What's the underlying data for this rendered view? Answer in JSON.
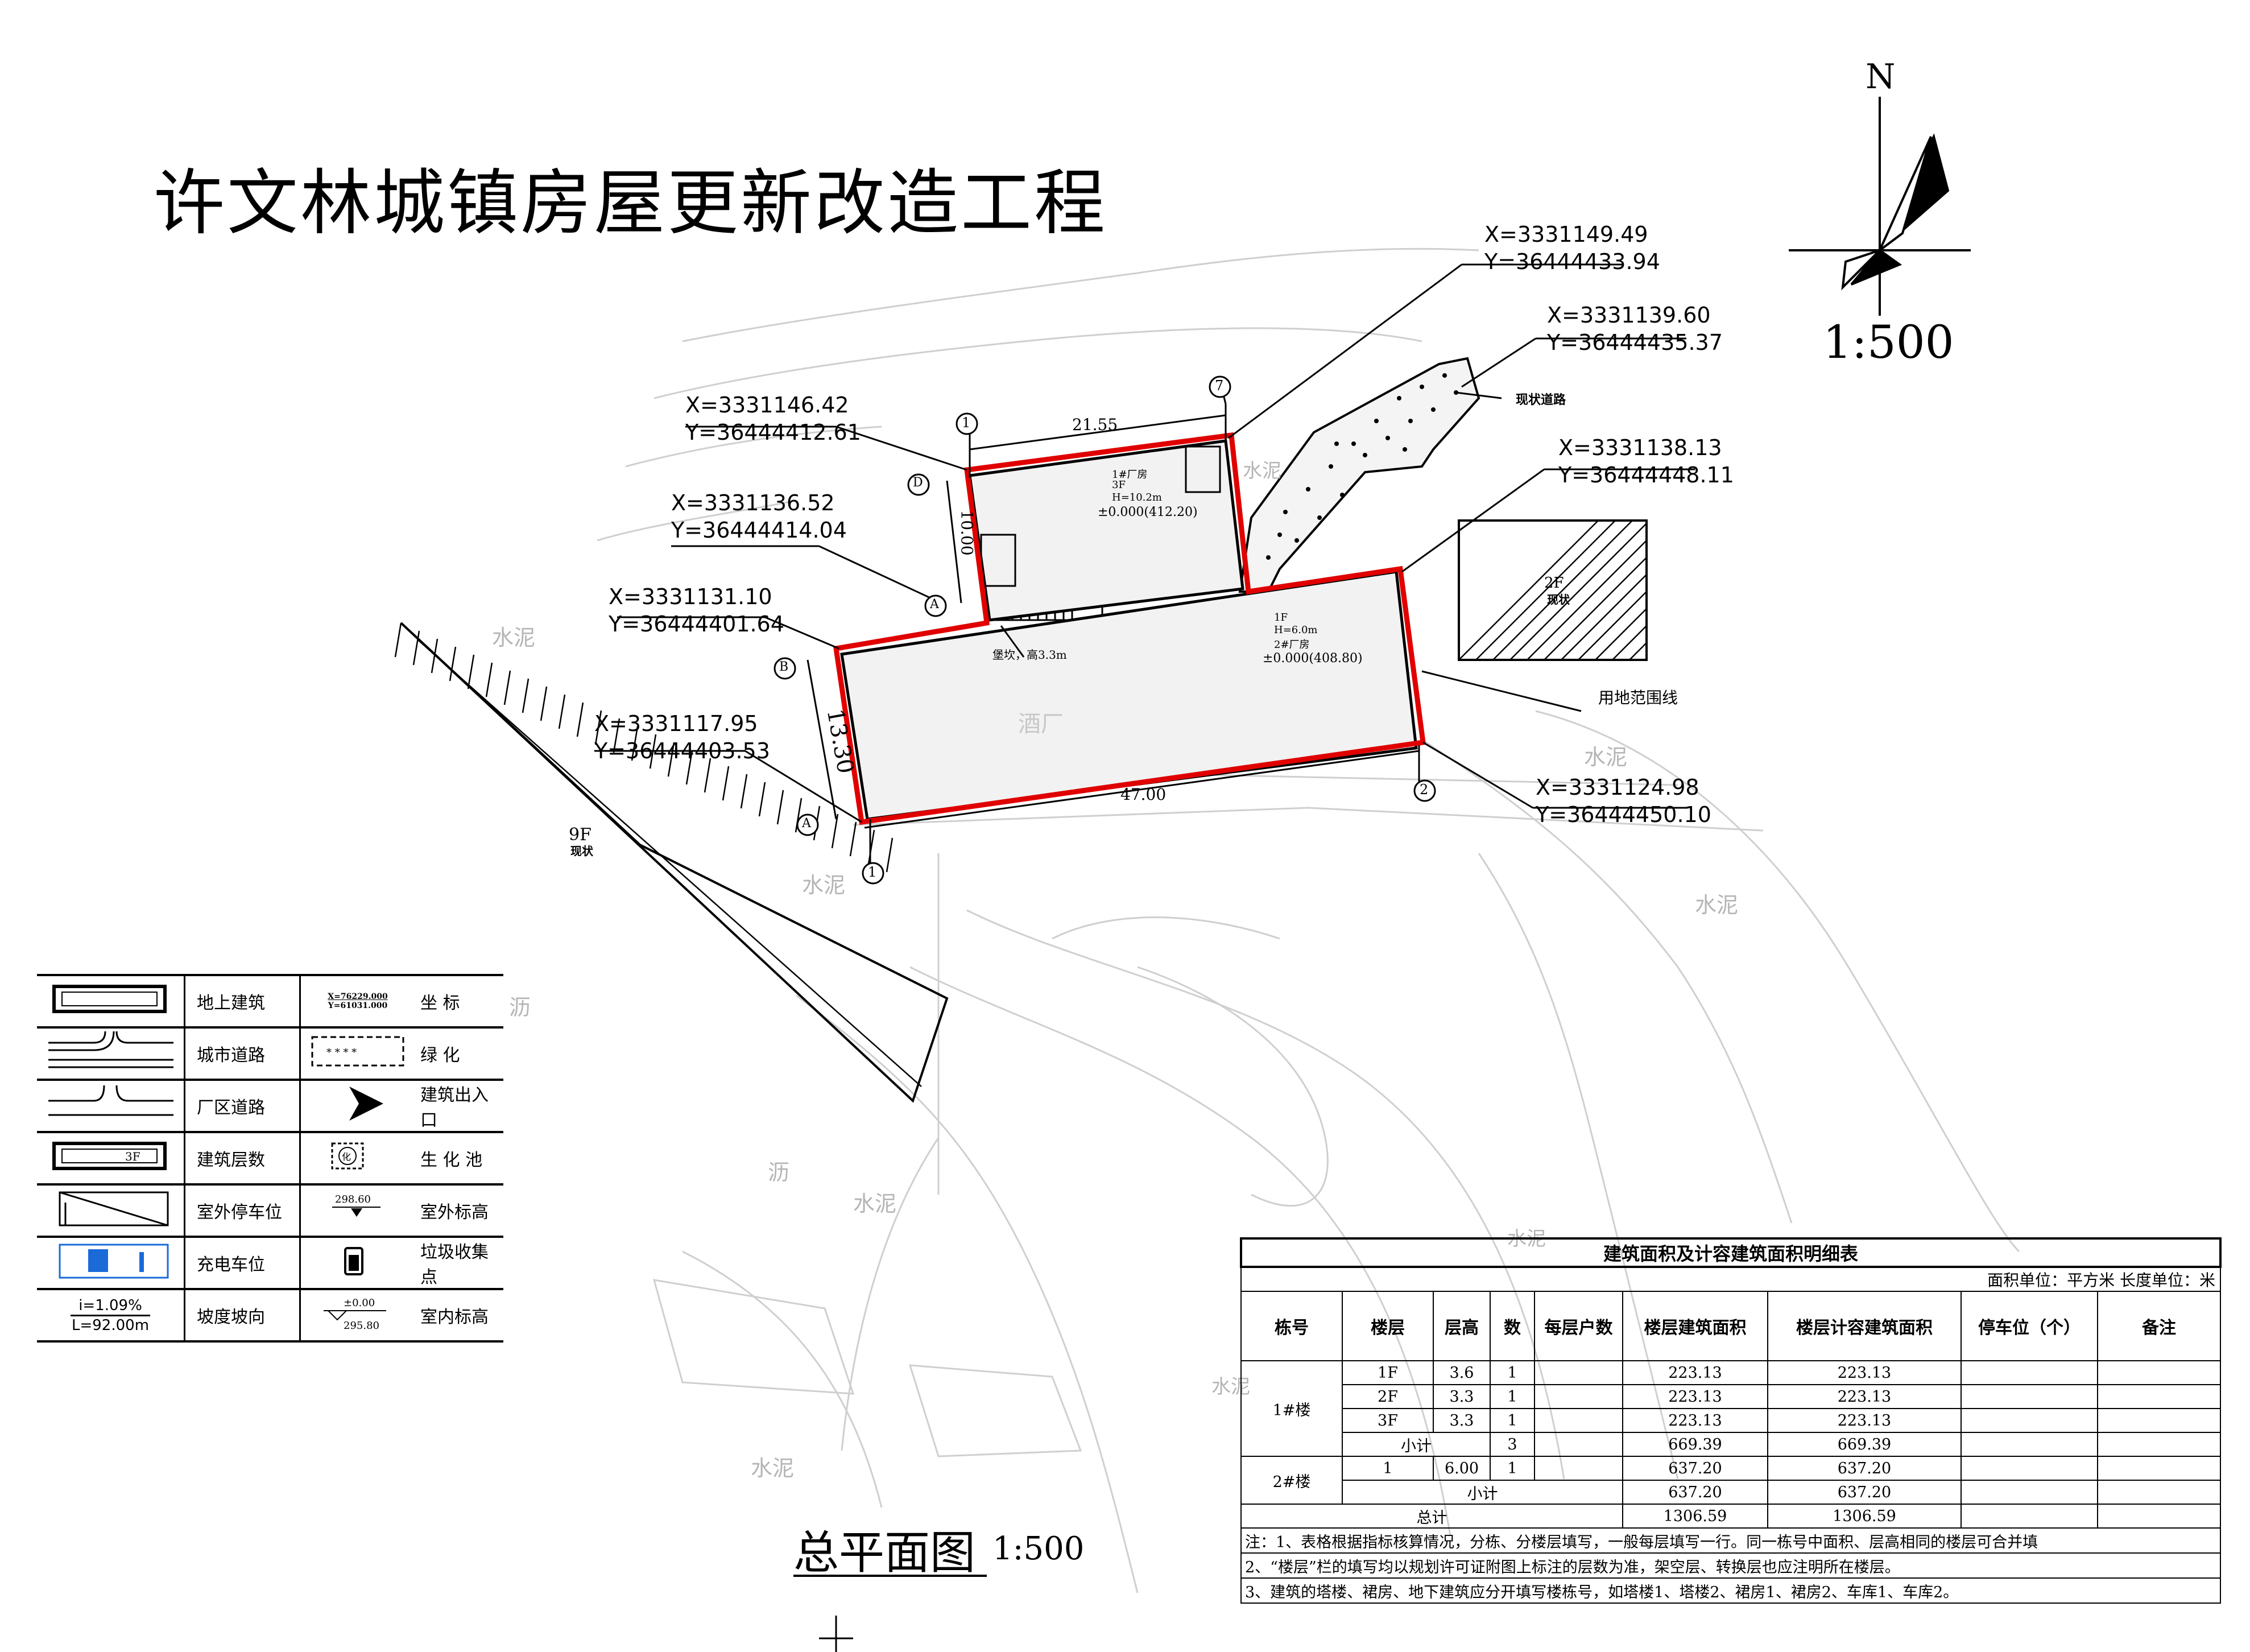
{
  "title": "许文林城镇房屋更新改造工程",
  "north": "N",
  "scale_top": "1:500",
  "subtitle": "总平面图",
  "subtitle_scale": "1:500",
  "coordinates": [
    {
      "x": "X=3331149.49",
      "y": "Y=36444433.94"
    },
    {
      "x": "X=3331139.60",
      "y": "Y=36444435.37"
    },
    {
      "x": "X=3331146.42",
      "y": "Y=36444412.61"
    },
    {
      "x": "X=3331138.13",
      "y": "Y=36444448.11"
    },
    {
      "x": "X=3331136.52",
      "y": "Y=36444414.04"
    },
    {
      "x": "X=3331131.10",
      "y": "Y=36444401.64"
    },
    {
      "x": "X=3331117.95",
      "y": "Y=36444403.53"
    },
    {
      "x": "X=3331124.98",
      "y": "Y=36444450.10"
    }
  ],
  "annotations": {
    "existing_road": "现状道路",
    "site_boundary": "用地范围线",
    "dim_top": "21.55",
    "dim_left": "10.00",
    "dim_bottom": "47.00",
    "dim_side": "13.30",
    "b1_name": "1#厂房",
    "b1_floors": "3F",
    "b1_height": "H=10.2m",
    "b1_elev": "±0.000(412.20)",
    "b2_floors": "1F",
    "b2_height": "H=6.0m",
    "b2_name": "2#厂房",
    "b2_elev": "±0.000(408.80)",
    "slope_note": "堡坎，高3.3m",
    "winery": "酒厂",
    "existing_9f": "9F",
    "existing_2f": "2F",
    "existing": "现状",
    "cement": "水泥",
    "asphalt": "沥",
    "axis_1": "1",
    "axis_7": "7",
    "axis_2": "2",
    "axis_A": "A",
    "axis_B": "B",
    "axis_D": "D"
  },
  "legend": [
    {
      "label1": "地上建筑",
      "label2": "坐  标",
      "sym2_x": "X=76229.000",
      "sym2_y": "Y=61031.000"
    },
    {
      "label1": "城市道路",
      "label2": "绿     化"
    },
    {
      "label1": "厂区道路",
      "label2": "建筑出入口"
    },
    {
      "label1": "建筑层数",
      "sym1_text": "3F",
      "label2": "生 化 池",
      "sym2_text": "化"
    },
    {
      "label1": "室外停车位",
      "label2": "室外标高",
      "sym2_text": "298.60"
    },
    {
      "label1": "充电车位",
      "label2": "垃圾收集点"
    },
    {
      "label1": "坡度坡向",
      "sym1_text": "i=1.09%",
      "sym1_text2": "L=92.00m",
      "label2": "室内标高",
      "sym2_text": "±0.00",
      "sym2_text2": "295.80"
    }
  ],
  "area_table": {
    "caption": "建筑面积及计容建筑面积明细表",
    "unit": "面积单位：平方米 长度单位：米",
    "headers": [
      "栋号",
      "楼层",
      "层高",
      "数",
      "每层户数",
      "楼层建筑面积",
      "楼层计容建筑面积",
      "停车位（个）",
      "备注"
    ],
    "b1_name": "1#楼",
    "b1_rows": [
      {
        "floor": "1F",
        "height": "3.6",
        "count": "1",
        "area": "223.13",
        "farea": "223.13"
      },
      {
        "floor": "2F",
        "height": "3.3",
        "count": "1",
        "area": "223.13",
        "farea": "223.13"
      },
      {
        "floor": "3F",
        "height": "3.3",
        "count": "1",
        "area": "223.13",
        "farea": "223.13"
      }
    ],
    "b1_subtotal": {
      "label": "小计",
      "count": "3",
      "area": "669.39",
      "farea": "669.39"
    },
    "b2_name": "2#楼",
    "b2_row": {
      "floor": "1",
      "height": "6.00",
      "count": "1",
      "area": "637.20",
      "farea": "637.20"
    },
    "b2_subtotal": {
      "label": "小计",
      "area": "637.20",
      "farea": "637.20"
    },
    "total": {
      "label": "总计",
      "area": "1306.59",
      "farea": "1306.59"
    },
    "notes": [
      "注：1、表格根据指标核算情况，分栋、分楼层填写，一般每层填写一行。同一栋号中面积、层高相同的楼层可合并填",
      "2、“楼层”栏的填写均以规划许可证附图上标注的层数为准，架空层、转换层也应注明所在楼层。",
      "3、建筑的塔楼、裙房、地下建筑应分开填写楼栋号，如塔楼1、塔楼2、裙房1、裙房2、车库1、车库2。"
    ]
  },
  "colors": {
    "site_boundary": "#e00000",
    "lines": "#000000",
    "background_map": "#c8c8c8"
  }
}
